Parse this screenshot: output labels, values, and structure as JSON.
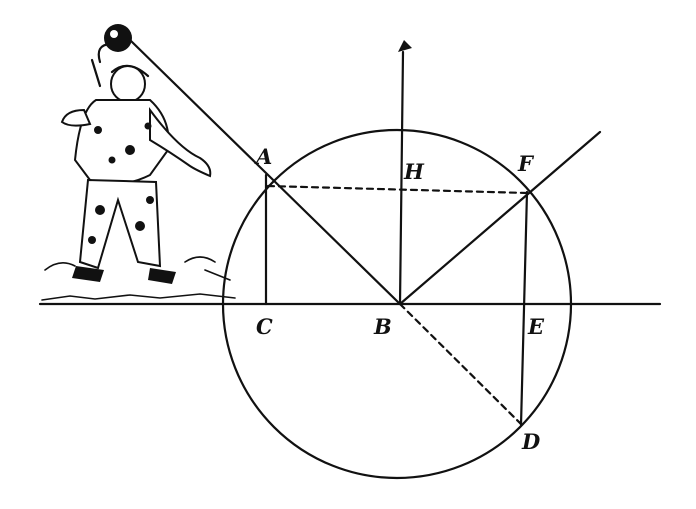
{
  "diagram": {
    "point_labels": {
      "A": "A",
      "B": "B",
      "C": "C",
      "D": "D",
      "E": "E",
      "F": "F",
      "H": "H"
    },
    "ink_color": "#111111",
    "paper_color": "#ffffff",
    "figure": "man-throwing-ball-icon"
  }
}
